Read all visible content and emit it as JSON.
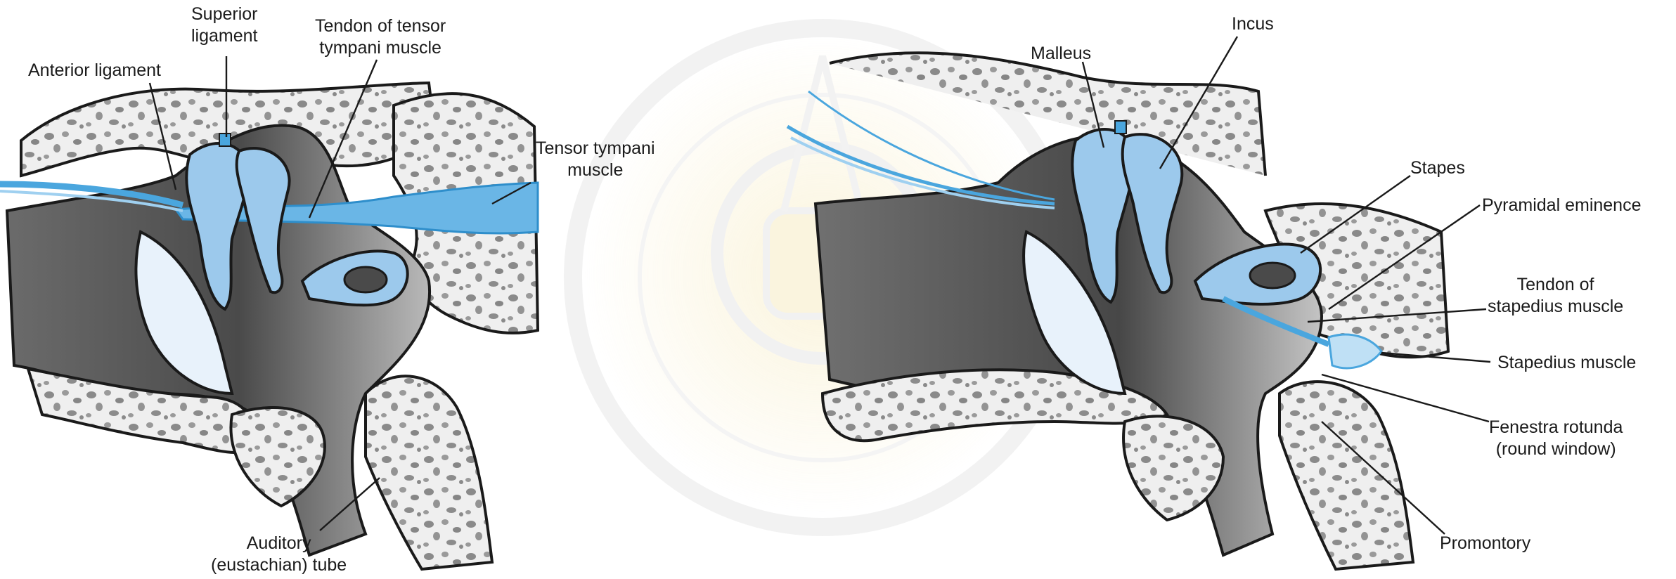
{
  "left_panel": {
    "labels": {
      "superior_ligament": [
        "Superior",
        "ligament"
      ],
      "tendon_tensor_tympani": [
        "Tendon of tensor",
        "tympani muscle"
      ],
      "anterior_ligament": "Anterior ligament",
      "tensor_tympani_muscle": [
        "Tensor tympani",
        "muscle"
      ],
      "auditory_tube": [
        "Auditory",
        "(eustachian) tube"
      ]
    }
  },
  "right_panel": {
    "labels": {
      "incus": "Incus",
      "malleus": "Malleus",
      "stapes": "Stapes",
      "pyramidal_eminence": "Pyramidal eminence",
      "tendon_stapedius": [
        "Tendon of",
        "stapedius muscle"
      ],
      "stapedius_muscle": "Stapedius muscle",
      "fenestra_rotunda": [
        "Fenestra rotunda",
        "(round window)"
      ],
      "promontory": "Promontory"
    }
  },
  "colors": {
    "ossicle": "#9cc9ec",
    "tendon": "#4aa6de",
    "cavity": "#4a4a4a",
    "bone": "#efefef",
    "outline": "#1a1a1a",
    "watermark": "#f3e6b8"
  }
}
